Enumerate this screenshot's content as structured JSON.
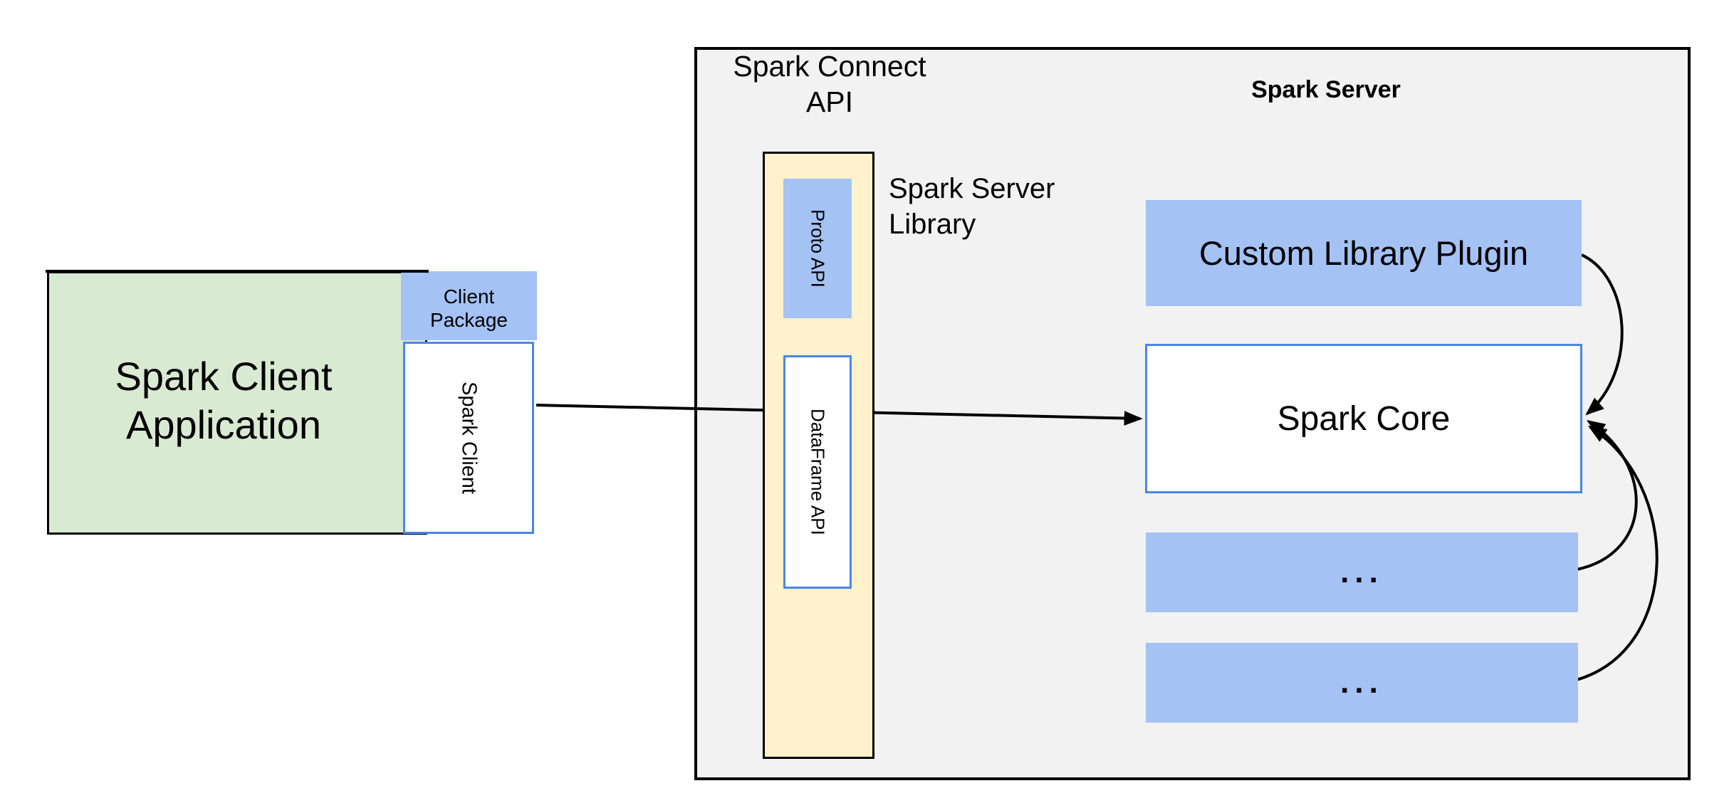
{
  "colors": {
    "green_fill": "#D9EAD3",
    "blue_fill": "#A4C2F4",
    "yellow_fill": "#FFF2CC",
    "gray_fill": "#F2F2F2",
    "blue_border": "#4A86E8",
    "line": "#000000"
  },
  "client": {
    "app_line1": "Spark Client",
    "app_line2": "Application",
    "package_line1": "Client",
    "package_line2": "Package",
    "client_label": "Spark Client"
  },
  "connect": {
    "title_line1": "Spark Connect",
    "title_line2": "API",
    "proto_label": "Proto API",
    "dataframe_label": "DataFrame API",
    "library_line1": "Spark Server",
    "library_line2": "Library"
  },
  "server": {
    "title": "Spark Server",
    "plugin_label": "Custom Library Plugin",
    "core_label": "Spark Core",
    "ellipsis1": "...",
    "ellipsis2": "..."
  }
}
